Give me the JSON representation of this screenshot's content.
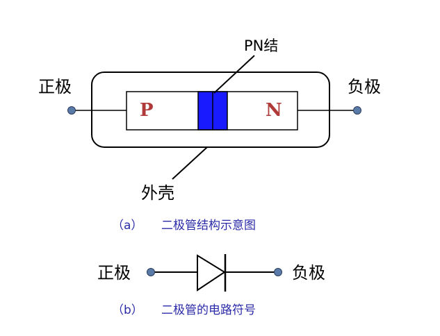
{
  "structure": {
    "pn_label": "PN结",
    "anode_label": "正极",
    "cathode_label": "负极",
    "p_letter": "P",
    "n_letter": "N",
    "case_label": "外壳",
    "caption_marker": "（a）",
    "caption_text": "二极管结构示意图"
  },
  "symbol": {
    "anode_label": "正极",
    "cathode_label": "负极",
    "caption_marker": "（b）",
    "caption_text": "二极管的电路符号"
  },
  "colors": {
    "junction_fill": "#1a1aff",
    "pn_letter": "#b03a3a",
    "caption": "#2a2aa8",
    "terminal_fill": "#5a7aa8"
  }
}
